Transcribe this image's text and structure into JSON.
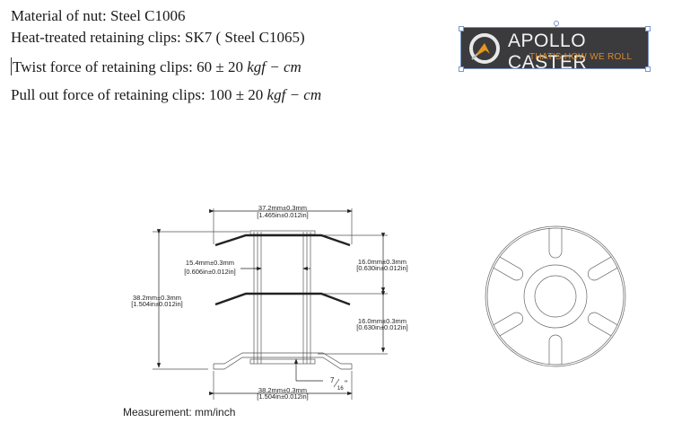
{
  "specs": {
    "material_nut": "Material of nut: Steel C1006",
    "clips_material": "Heat-treated retaining clips: SK7 ( Steel C1065)",
    "twist_label": "Twist force of retaining clips: ",
    "twist_value": "60 ± 20",
    "twist_unit": "kgf − cm",
    "pull_label": "Pull out force of retaining clips: ",
    "pull_value": "100 ± 20",
    "pull_unit": "kgf − cm"
  },
  "logo": {
    "brand": "APOLLO CASTER",
    "tagline": "THAT'S HOW WE ROLL",
    "colors": {
      "background": "#3b3b3d",
      "text": "#f2f2f2",
      "accent": "#d98a2b",
      "selection": "#7a96c8"
    }
  },
  "drawing": {
    "top_width_mm": "37.2mm±0.3mm",
    "top_width_in": "[1.465in±0.012in]",
    "inner_width_mm": "15.4mm±0.3mm",
    "inner_width_in": "[0.606in±0.012in]",
    "upper_gap_mm": "16.0mm±0.3mm",
    "upper_gap_in": "[0.630in±0.012in]",
    "lower_gap_mm": "16.0mm±0.3mm",
    "lower_gap_in": "[0.630in±0.012in]",
    "height_mm": "38.2mm±0.3mm",
    "height_in": "[1.504in±0.012in]",
    "base_width_mm": "38.2mm±0.3mm",
    "base_width_in": "[1.504in±0.012in]",
    "thread_num": "7",
    "thread_den": "16",
    "thread_unit": "\""
  },
  "caption": "Measurement: mm/inch"
}
